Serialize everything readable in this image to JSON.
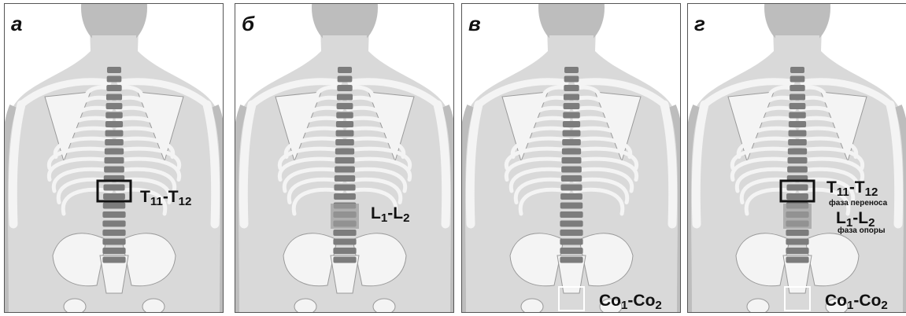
{
  "panels": [
    {
      "letter": "а",
      "labels": [
        {
          "id": "t11t12",
          "main": "T",
          "sub1": "11",
          "dash": "-T",
          "sub2": "12",
          "note": ""
        }
      ]
    },
    {
      "letter": "б",
      "labels": [
        {
          "id": "l1l2",
          "main": "L",
          "sub1": "1",
          "dash": "-L",
          "sub2": "2",
          "note": ""
        }
      ]
    },
    {
      "letter": "в",
      "labels": [
        {
          "id": "co1co2",
          "main": "Co",
          "sub1": "1",
          "dash": "-Co",
          "sub2": "2",
          "note": ""
        }
      ]
    },
    {
      "letter": "г",
      "labels": [
        {
          "id": "t11t12",
          "main": "T",
          "sub1": "11",
          "dash": "-T",
          "sub2": "12",
          "note": "фаза переноса"
        },
        {
          "id": "l1l2",
          "main": "L",
          "sub1": "1",
          "dash": "-L",
          "sub2": "2",
          "note": "фаза опоры"
        },
        {
          "id": "co1co2",
          "main": "Co",
          "sub1": "1",
          "dash": "-Co",
          "sub2": "2",
          "note": ""
        }
      ]
    }
  ],
  "colors": {
    "skin": "#d9d9d9",
    "skin_shadow": "#bdbdbd",
    "bone": "#f4f4f4",
    "bone_outline": "#9a9a9a",
    "spine": "#7c7c7c",
    "highlight_black": "#111111",
    "highlight_gray": "#9b9b9b",
    "highlight_white": "#ffffff"
  }
}
